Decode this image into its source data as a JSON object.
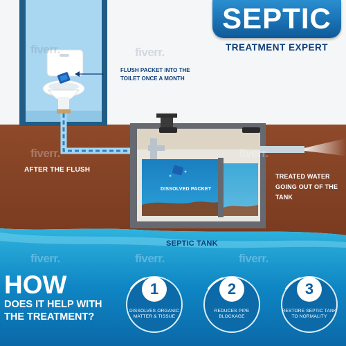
{
  "header": {
    "title": "SEPTIC",
    "subtitle": "TREATMENT EXPERT"
  },
  "labels": {
    "flush_packet": [
      "FLUSH PACKET INTO THE",
      "TOILET ONCE A MONTH"
    ],
    "after_flush": "AFTER THE FLUSH",
    "dissolved_packet": "DISSOLVED PACKET",
    "treated_water": [
      "TREATED WATER",
      "GOING OUT OF THE",
      "TANK"
    ],
    "septic_tank": "SEPTIC TANK"
  },
  "how": {
    "title": "HOW",
    "subtitle_lines": [
      "DOES IT HELP WITH",
      "THE TREATMENT?"
    ]
  },
  "steps": [
    {
      "number": "1",
      "lines": [
        "DISSOLVES ORGANIC",
        "MATTER & TISSUE"
      ]
    },
    {
      "number": "2",
      "lines": [
        "REDUCES PIPE",
        "BLOCKAGE"
      ]
    },
    {
      "number": "3",
      "lines": [
        "RESTORE SEPTIC TANK",
        "TO NORMALITY"
      ]
    }
  ],
  "watermark": "fiverr."
}
